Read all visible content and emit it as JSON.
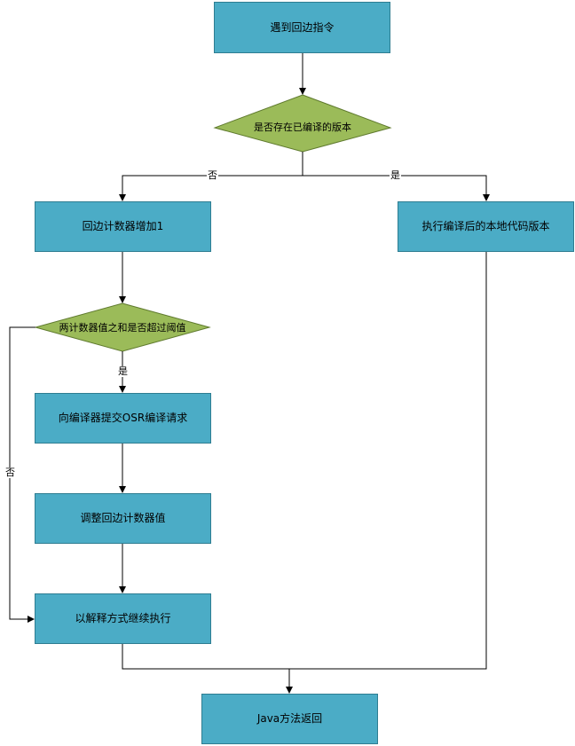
{
  "nodes": {
    "start": "遇到回边指令",
    "check_compiled": "是否存在已编译的版本",
    "incr_counter": "回边计数器增加1",
    "exec_native": "执行编译后的本地代码版本",
    "check_threshold": "两计数器值之和是否超过阈值",
    "submit_osr": "向编译器提交OSR编译请求",
    "adjust_counter": "调整回边计数器值",
    "continue_interp": "以解释方式继续执行",
    "java_return": "Java方法返回"
  },
  "edge_labels": {
    "compiled_no": "否",
    "compiled_yes": "是",
    "threshold_yes": "是",
    "threshold_no": "否"
  },
  "colors": {
    "process_fill": "#4bacc6",
    "decision_fill": "#9bbb59",
    "line": "#000000"
  }
}
